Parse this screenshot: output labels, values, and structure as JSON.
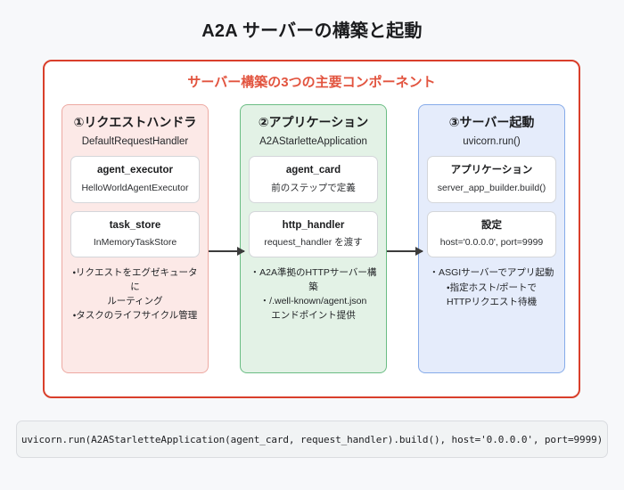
{
  "title": "A2A サーバーの構築と起動",
  "frame": {
    "heading": "サーバー構築の3つの主要コンポーネント",
    "border_color": "#d93f2b",
    "heading_color": "#e2543f"
  },
  "columns": [
    {
      "id": "request-handler",
      "title": "①リクエストハンドラ",
      "subtitle": "DefaultRequestHandler",
      "fill_color": "#fce9e7",
      "border_color": "#eda9a2",
      "cards": [
        {
          "title": "agent_executor",
          "body": "HelloWorldAgentExecutor"
        },
        {
          "title": "task_store",
          "body": "InMemoryTaskStore"
        }
      ],
      "notes": [
        "・リクエストをエグゼキュータに",
        "ルーティング",
        "・タスクのライフサイクル管理"
      ]
    },
    {
      "id": "application",
      "title": "②アプリケーション",
      "subtitle": "A2AStarletteApplication",
      "fill_color": "#e3f2e6",
      "border_color": "#6bbd84",
      "cards": [
        {
          "title": "agent_card",
          "body": "前のステップで定義"
        },
        {
          "title": "http_handler",
          "body": "request_handler を渡す"
        }
      ],
      "notes": [
        "・A2A準拠のHTTPサーバー構築",
        "・/.well-known/agent.json",
        "エンドポイント提供"
      ]
    },
    {
      "id": "server-start",
      "title": "③サーバー起動",
      "subtitle": "uvicorn.run()",
      "fill_color": "#e5ecfb",
      "border_color": "#86abe9",
      "cards": [
        {
          "title": "アプリケーション",
          "body": "server_app_builder.build()"
        },
        {
          "title": "設定",
          "body": "host='0.0.0.0', port=9999"
        }
      ],
      "notes": [
        "・ASGIサーバーでアプリ起動",
        "・指定ホスト/ポートで",
        "HTTPリクエスト待機"
      ]
    }
  ],
  "arrows": [
    {
      "id": "arrow-handler-to-application",
      "from": "request-handler",
      "to": "application"
    },
    {
      "id": "arrow-application-to-server",
      "from": "application",
      "to": "server-start"
    }
  ],
  "code_bar": {
    "code": "uvicorn.run(A2AStarletteApplication(agent_card, request_handler).build(), host='0.0.0.0', port=9999)"
  }
}
